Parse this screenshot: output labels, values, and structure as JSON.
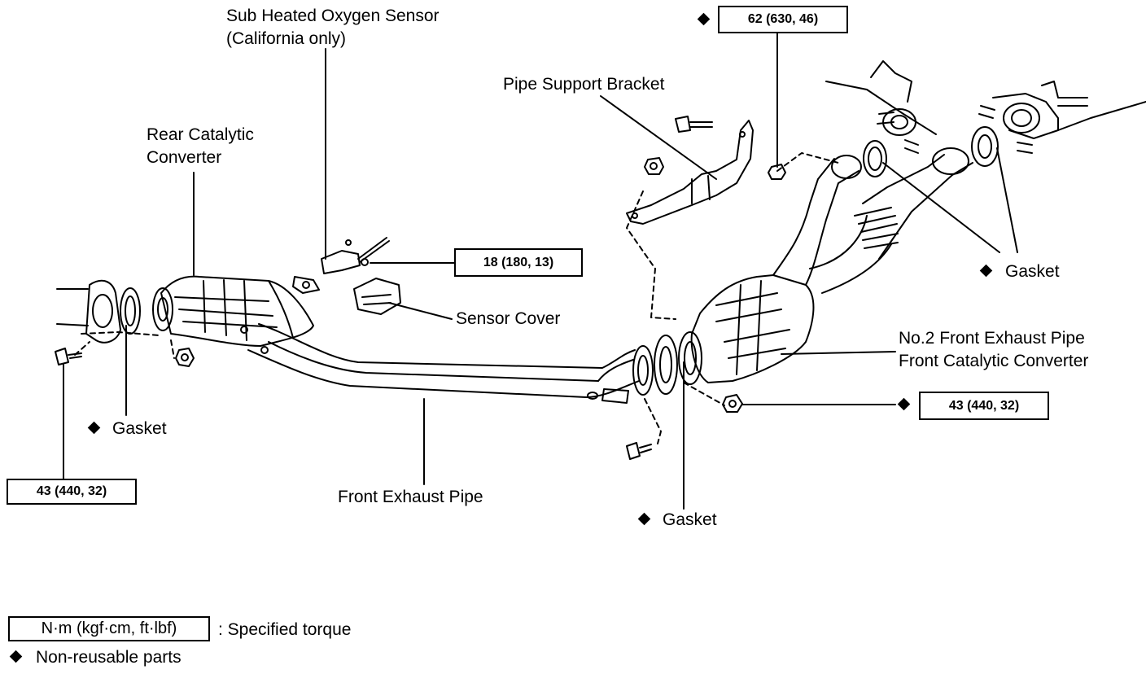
{
  "labels": {
    "sub_heated_o2_line1": "Sub Heated Oxygen Sensor",
    "sub_heated_o2_line2": "(California only)",
    "pipe_support_bracket": "Pipe Support Bracket",
    "rear_cat_line1": "Rear Catalytic",
    "rear_cat_line2": "Converter",
    "sensor_cover": "Sensor Cover",
    "gasket_right": "Gasket",
    "gasket_left": "Gasket",
    "gasket_center": "Gasket",
    "no2_front_pipe_line1": "No.2 Front Exhaust Pipe",
    "no2_front_pipe_line2": "Front Catalytic Converter",
    "front_exhaust_pipe": "Front Exhaust Pipe"
  },
  "torques": {
    "top": "62 (630, 46)",
    "sensor": "18 (180, 13)",
    "right": "43 (440, 32)",
    "left": "43 (440, 32)"
  },
  "legend": {
    "torque_unit_box": "N·m (kgf·cm, ft·lbf)",
    "torque_desc": ": Specified torque",
    "non_reusable": "Non-reusable parts"
  },
  "icons": {
    "non_reusable_marker": "diamond-icon"
  }
}
